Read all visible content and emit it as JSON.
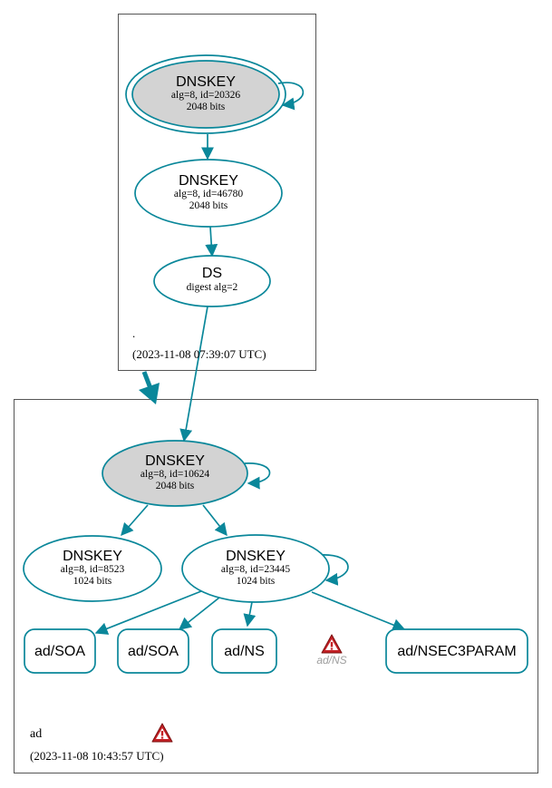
{
  "colors": {
    "edge": "#0a879a",
    "box_border": "#555555",
    "ksk_fill": "#d3d3d3",
    "warning_red": "#c42025",
    "muted_text": "#9e9e9e"
  },
  "root_zone": {
    "name": ".",
    "timestamp": "(2023-11-08 07:39:07 UTC)",
    "ksk": {
      "title": "DNSKEY",
      "line1": "alg=8, id=20326",
      "line2": "2048 bits"
    },
    "zsk": {
      "title": "DNSKEY",
      "line1": "alg=8, id=46780",
      "line2": "2048 bits"
    },
    "ds": {
      "title": "DS",
      "line1": "digest alg=2"
    }
  },
  "ad_zone": {
    "name": "ad",
    "timestamp": "(2023-11-08 10:43:57 UTC)",
    "ksk": {
      "title": "DNSKEY",
      "line1": "alg=8, id=10624",
      "line2": "2048 bits"
    },
    "key_8523": {
      "title": "DNSKEY",
      "line1": "alg=8, id=8523",
      "line2": "1024 bits"
    },
    "key_23445": {
      "title": "DNSKEY",
      "line1": "alg=8, id=23445",
      "line2": "1024 bits"
    },
    "rrsets": {
      "soa1": "ad/SOA",
      "soa2": "ad/SOA",
      "ns": "ad/NS",
      "nsec3param": "ad/NSEC3PARAM"
    },
    "ns_warning_label": "ad/NS",
    "warning_icon": "warning-triangle-icon"
  }
}
